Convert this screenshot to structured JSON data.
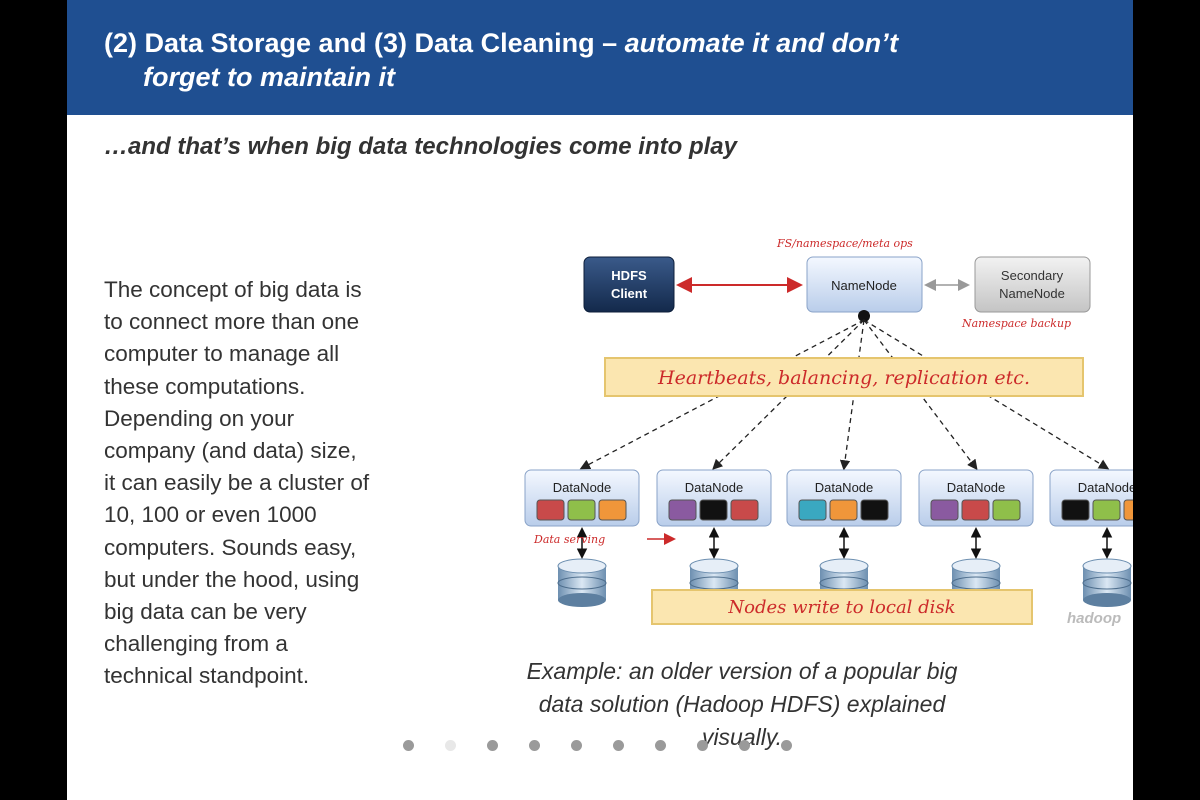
{
  "slide": {
    "title_part1": "(2) Data Storage and (3) Data Cleaning – ",
    "title_part2": "automate it and don’t",
    "title_line2": "forget to maintain it",
    "subtitle": "…and that’s when big data technologies come into play",
    "body_lines": [
      "The concept of big data is",
      "to connect more than one",
      "computer to manage all",
      "these computations.",
      "Depending on your",
      "company (and data) size,",
      "it can easily be a cluster of",
      "10, 100 or even 1000",
      "computers. Sounds easy,",
      "but under the hood, using",
      "big data can be very",
      "challenging from a",
      "technical standpoint."
    ],
    "caption_lines": [
      "Example: an older version of a popular big",
      "data solution (Hadoop HDFS) explained",
      "visually."
    ]
  },
  "diagram": {
    "fs_ops_label": "FS/namespace/meta ops",
    "hdfs_client": [
      "HDFS",
      "Client"
    ],
    "namenode": "NameNode",
    "secondary_namenode": [
      "Secondary",
      "NameNode"
    ],
    "namespace_backup": "Namespace backup",
    "heartbeats_banner": "Heartbeats, balancing, replication etc.",
    "datanode_label": "DataNode",
    "data_serving": "Data serving",
    "nodes_write_banner": "Nodes write to local disk",
    "watermark": "hadoop",
    "block_colors": {
      "red": "#c84a4a",
      "green": "#8fbf4a",
      "orange": "#f0963a",
      "purple": "#8a5aa0",
      "black": "#111111",
      "teal": "#3aa8c0"
    },
    "datanodes": [
      [
        "red",
        "green",
        "orange"
      ],
      [
        "purple",
        "black",
        "red"
      ],
      [
        "teal",
        "orange",
        "black"
      ],
      [
        "purple",
        "red",
        "green"
      ],
      [
        "black",
        "green",
        "orange"
      ]
    ]
  },
  "carousel": {
    "dot_count": 10,
    "active_index": 1
  },
  "colors": {
    "header_bg": "#1f4f91",
    "annotation_red": "#cc2a2a"
  }
}
